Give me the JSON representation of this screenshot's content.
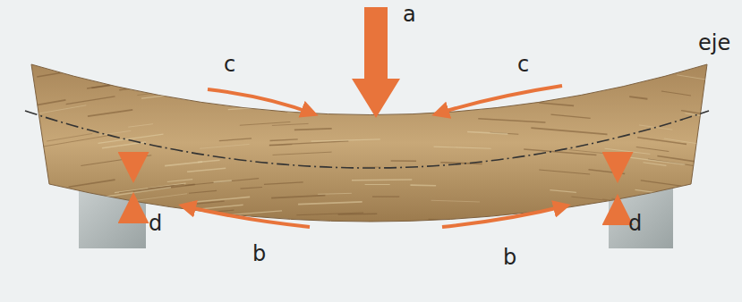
{
  "diagram": {
    "labels": [
      "a",
      "c",
      "c",
      "eje",
      "d",
      "d",
      "b",
      "b"
    ]
  }
}
